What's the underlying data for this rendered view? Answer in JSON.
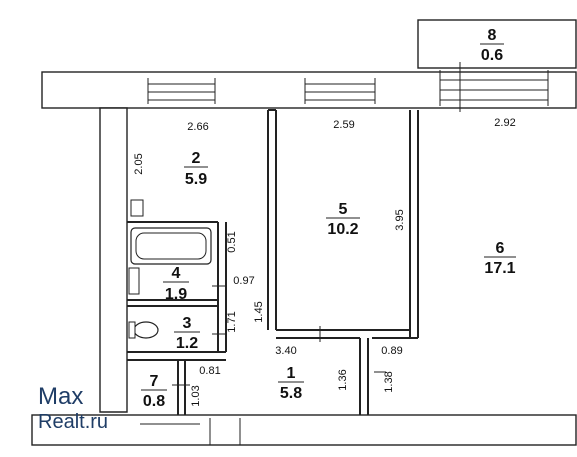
{
  "rooms": [
    {
      "number": "8",
      "area": "0.6"
    },
    {
      "number": "2",
      "area": "5.9"
    },
    {
      "number": "5",
      "area": "10.2"
    },
    {
      "number": "6",
      "area": "17.1"
    },
    {
      "number": "4",
      "area": "1.9"
    },
    {
      "number": "3",
      "area": "1.2"
    },
    {
      "number": "7",
      "area": "0.8"
    },
    {
      "number": "1",
      "area": "5.8"
    }
  ],
  "dimensions": [
    "2.66",
    "2.59",
    "2.92",
    "2.05",
    "3.95",
    "0.51",
    "0.97",
    "1.45",
    "1.71",
    "3.40",
    "0.89",
    "0.81",
    "1.36",
    "1.38",
    "1.03"
  ],
  "watermark": {
    "line1": "Max",
    "line2": "Realt.ru"
  }
}
